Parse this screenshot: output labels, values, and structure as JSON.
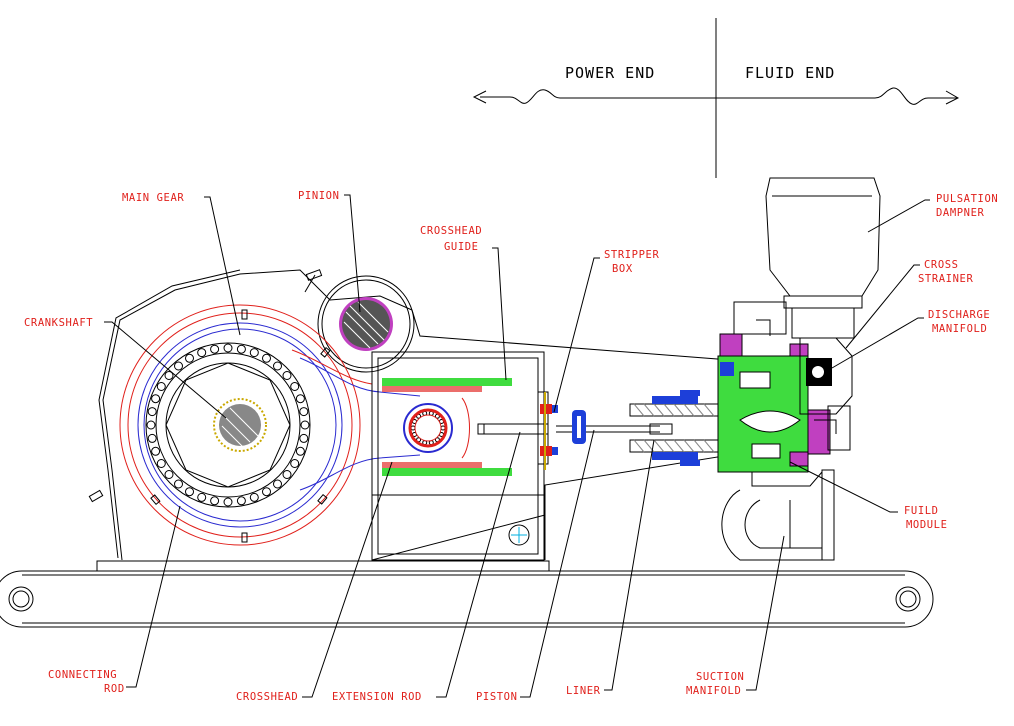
{
  "header": {
    "power_end": "POWER END",
    "fluid_end": "FLUID END"
  },
  "labels": {
    "main_gear": "MAIN GEAR",
    "pinion": "PINION",
    "crankshaft": "CRANKSHAFT",
    "crosshead_guide_1": "CROSSHEAD",
    "crosshead_guide_2": "GUIDE",
    "stripper_box_1": "STRIPPER",
    "stripper_box_2": "BOX",
    "pulsation_dampner_1": "PULSATION",
    "pulsation_dampner_2": "DAMPNER",
    "cross_strainer_1": "CROSS",
    "cross_strainer_2": "STRAINER",
    "discharge_manifold_1": "DISCHARGE",
    "discharge_manifold_2": "MANIFOLD",
    "fuild_module_1": "FUILD",
    "fuild_module_2": "MODULE",
    "connecting_rod_1": "CONNECTING",
    "connecting_rod_2": "ROD",
    "crosshead": "CROSSHEAD",
    "extension_rod": "EXTENSION ROD",
    "piston": "PISTON",
    "liner": "LINER",
    "suction_manifold_1": "SUCTION",
    "suction_manifold_2": "MANIFOLD"
  },
  "colors": {
    "label": "#e0201b",
    "line": "#000000",
    "blue": "#2a2ad0",
    "green": "#3fdc3f",
    "magenta": "#c040c0",
    "navy": "#1d3fd9"
  }
}
